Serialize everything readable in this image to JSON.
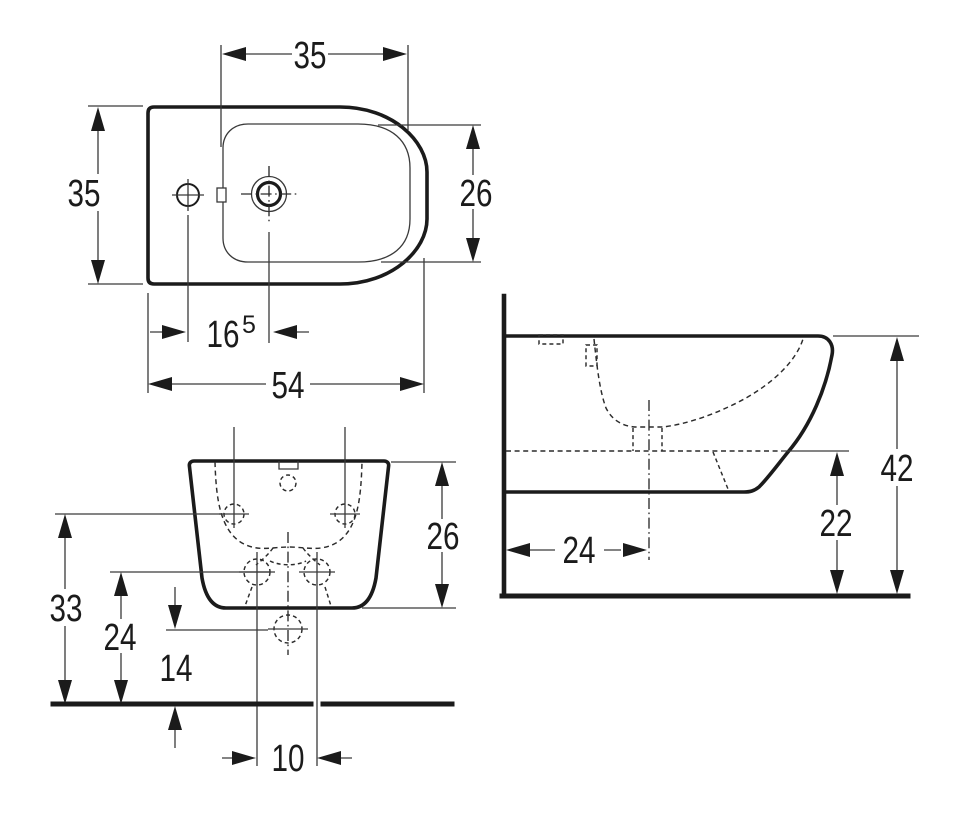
{
  "drawing": {
    "background": "#ffffff",
    "line_color": "#1b1b1b",
    "dims": {
      "top": {
        "bowl_width": "35",
        "overall_depth": "35",
        "bowl_depth": "26",
        "tap_drain_main": "16",
        "tap_drain_sup": "5",
        "overall_length": "54"
      },
      "front": {
        "fixing_height": "33",
        "bolt_height": "24",
        "drain_height": "14",
        "bolt_spacing": "10",
        "body_height": "26"
      },
      "side": {
        "drain_depth": "24",
        "bottom_height": "22",
        "top_height": "42"
      }
    }
  }
}
